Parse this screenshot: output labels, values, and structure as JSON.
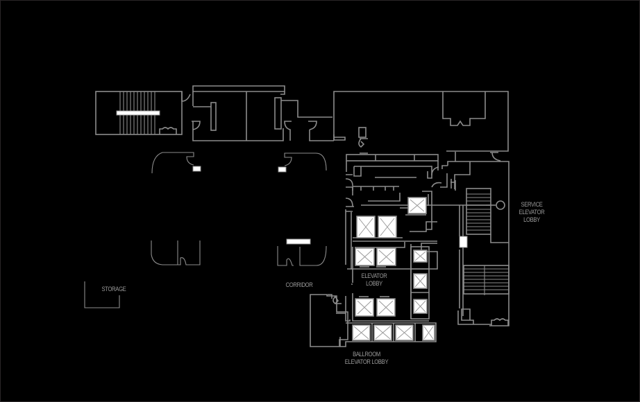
{
  "plan": {
    "background": "#000000",
    "line_color": "#8c8c8c",
    "label_color": "#9a9a9a"
  },
  "labels": {
    "storage": "STORAGE",
    "corridor": "CORRIDOR",
    "elevator_lobby_1": "ELEVATOR",
    "elevator_lobby_2": "LOBBY",
    "service_1": "SERVICE",
    "service_2": "ELEVATOR",
    "service_3": "LOBBY",
    "ballroom_1": "BALLROOM",
    "ballroom_2": "ELEVATOR LOBBY"
  },
  "icons": {
    "elevator": "elevator-car-icon",
    "stair": "stairs-icon",
    "door": "door-swing-icon"
  }
}
